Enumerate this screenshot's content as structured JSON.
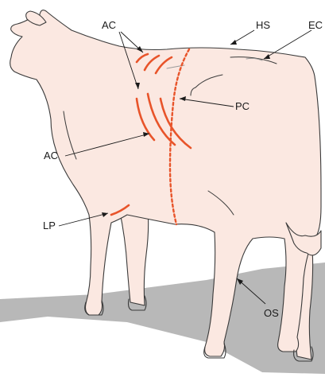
{
  "colors": {
    "background": "#ffffff",
    "ground": "#b8b8b8",
    "cow_fill": "#fbe8e1",
    "outline": "#3a3a3a",
    "accent": "#e8542a",
    "label_text": "#1a1a1a"
  },
  "labels": {
    "ac_top": "AC",
    "hs": "HS",
    "ec": "EC",
    "pc": "PC",
    "ac_left": "AC",
    "lp": "LP",
    "os": "OS"
  }
}
